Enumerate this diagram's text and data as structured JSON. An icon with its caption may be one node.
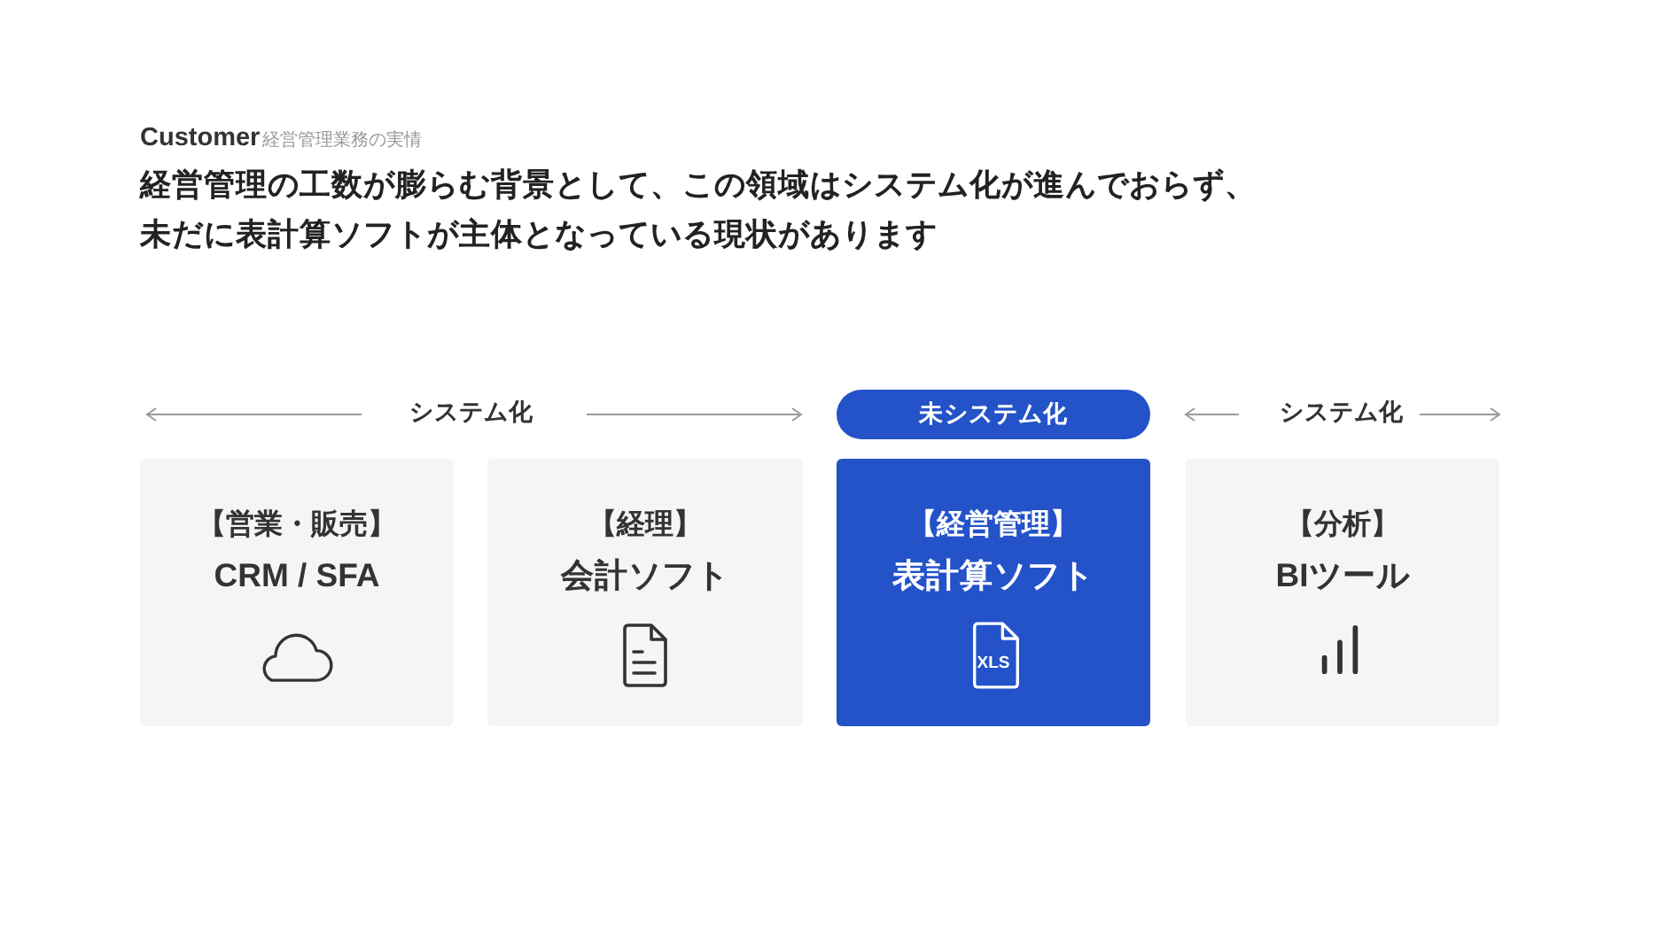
{
  "diagram": {
    "title": "経営管理の工数が膨らむ背景として、この領域はシステム化が進んでおらず、未だに表計算ソフトが主体となっている現状があります",
    "nodes": [
      {
        "text": [
          "未システム化"
        ]
      },
      {
        "text": [
          "【営業・販売】",
          "CRM / SFA"
        ]
      },
      {
        "text": [
          "【経理】",
          "会計ソフト"
        ]
      },
      {
        "text": [
          "【経営管理】",
          "表計算ソフト",
          "XLS"
        ]
      },
      {
        "text": [
          "【分析】",
          "BIツール"
        ]
      }
    ],
    "labels": [
      "Customer",
      "経営管理業務の実情",
      "システム化",
      "システム化"
    ]
  }
}
